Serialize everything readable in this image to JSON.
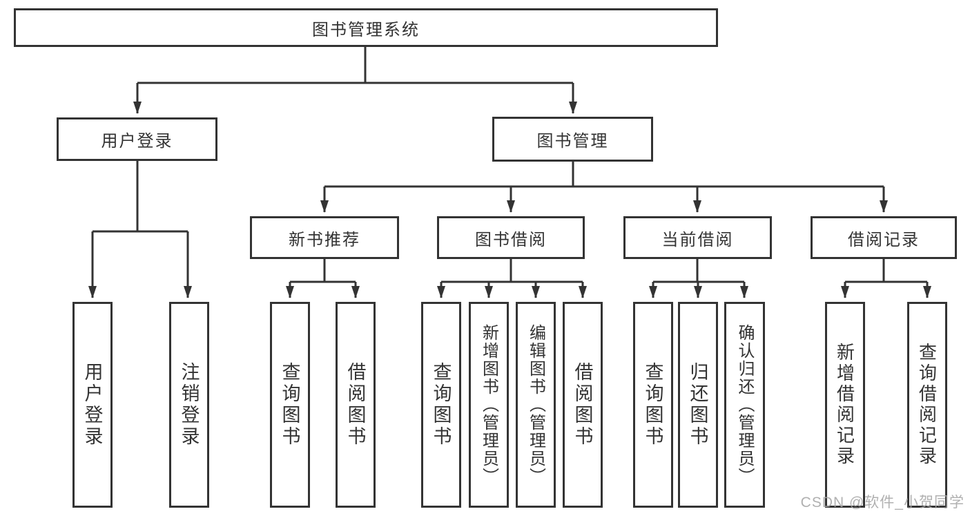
{
  "colors": {
    "line": "#333333",
    "text": "#333333",
    "background": "#ffffff",
    "watermark": "#a5a5a5"
  },
  "tree": {
    "label": "图书管理系统",
    "children": [
      {
        "label": "用户登录",
        "children": [
          {
            "label": "用户登录"
          },
          {
            "label": "注销登录"
          }
        ]
      },
      {
        "label": "图书管理",
        "children": [
          {
            "label": "新书推荐",
            "children": [
              {
                "label": "查询图书"
              },
              {
                "label": "借阅图书"
              }
            ]
          },
          {
            "label": "图书借阅",
            "children": [
              {
                "label": "查询图书"
              },
              {
                "label": "新增图书（管理员）"
              },
              {
                "label": "编辑图书（管理员）"
              },
              {
                "label": "借阅图书"
              }
            ]
          },
          {
            "label": "当前借阅",
            "children": [
              {
                "label": "查询图书"
              },
              {
                "label": "归还图书"
              },
              {
                "label": "确认归还（管理员）"
              }
            ]
          },
          {
            "label": "借阅记录",
            "children": [
              {
                "label": "新增借阅记录"
              },
              {
                "label": "查询借阅记录"
              }
            ]
          }
        ]
      }
    ]
  },
  "watermark": {
    "text": "CSDN @软件_小贺同学"
  }
}
